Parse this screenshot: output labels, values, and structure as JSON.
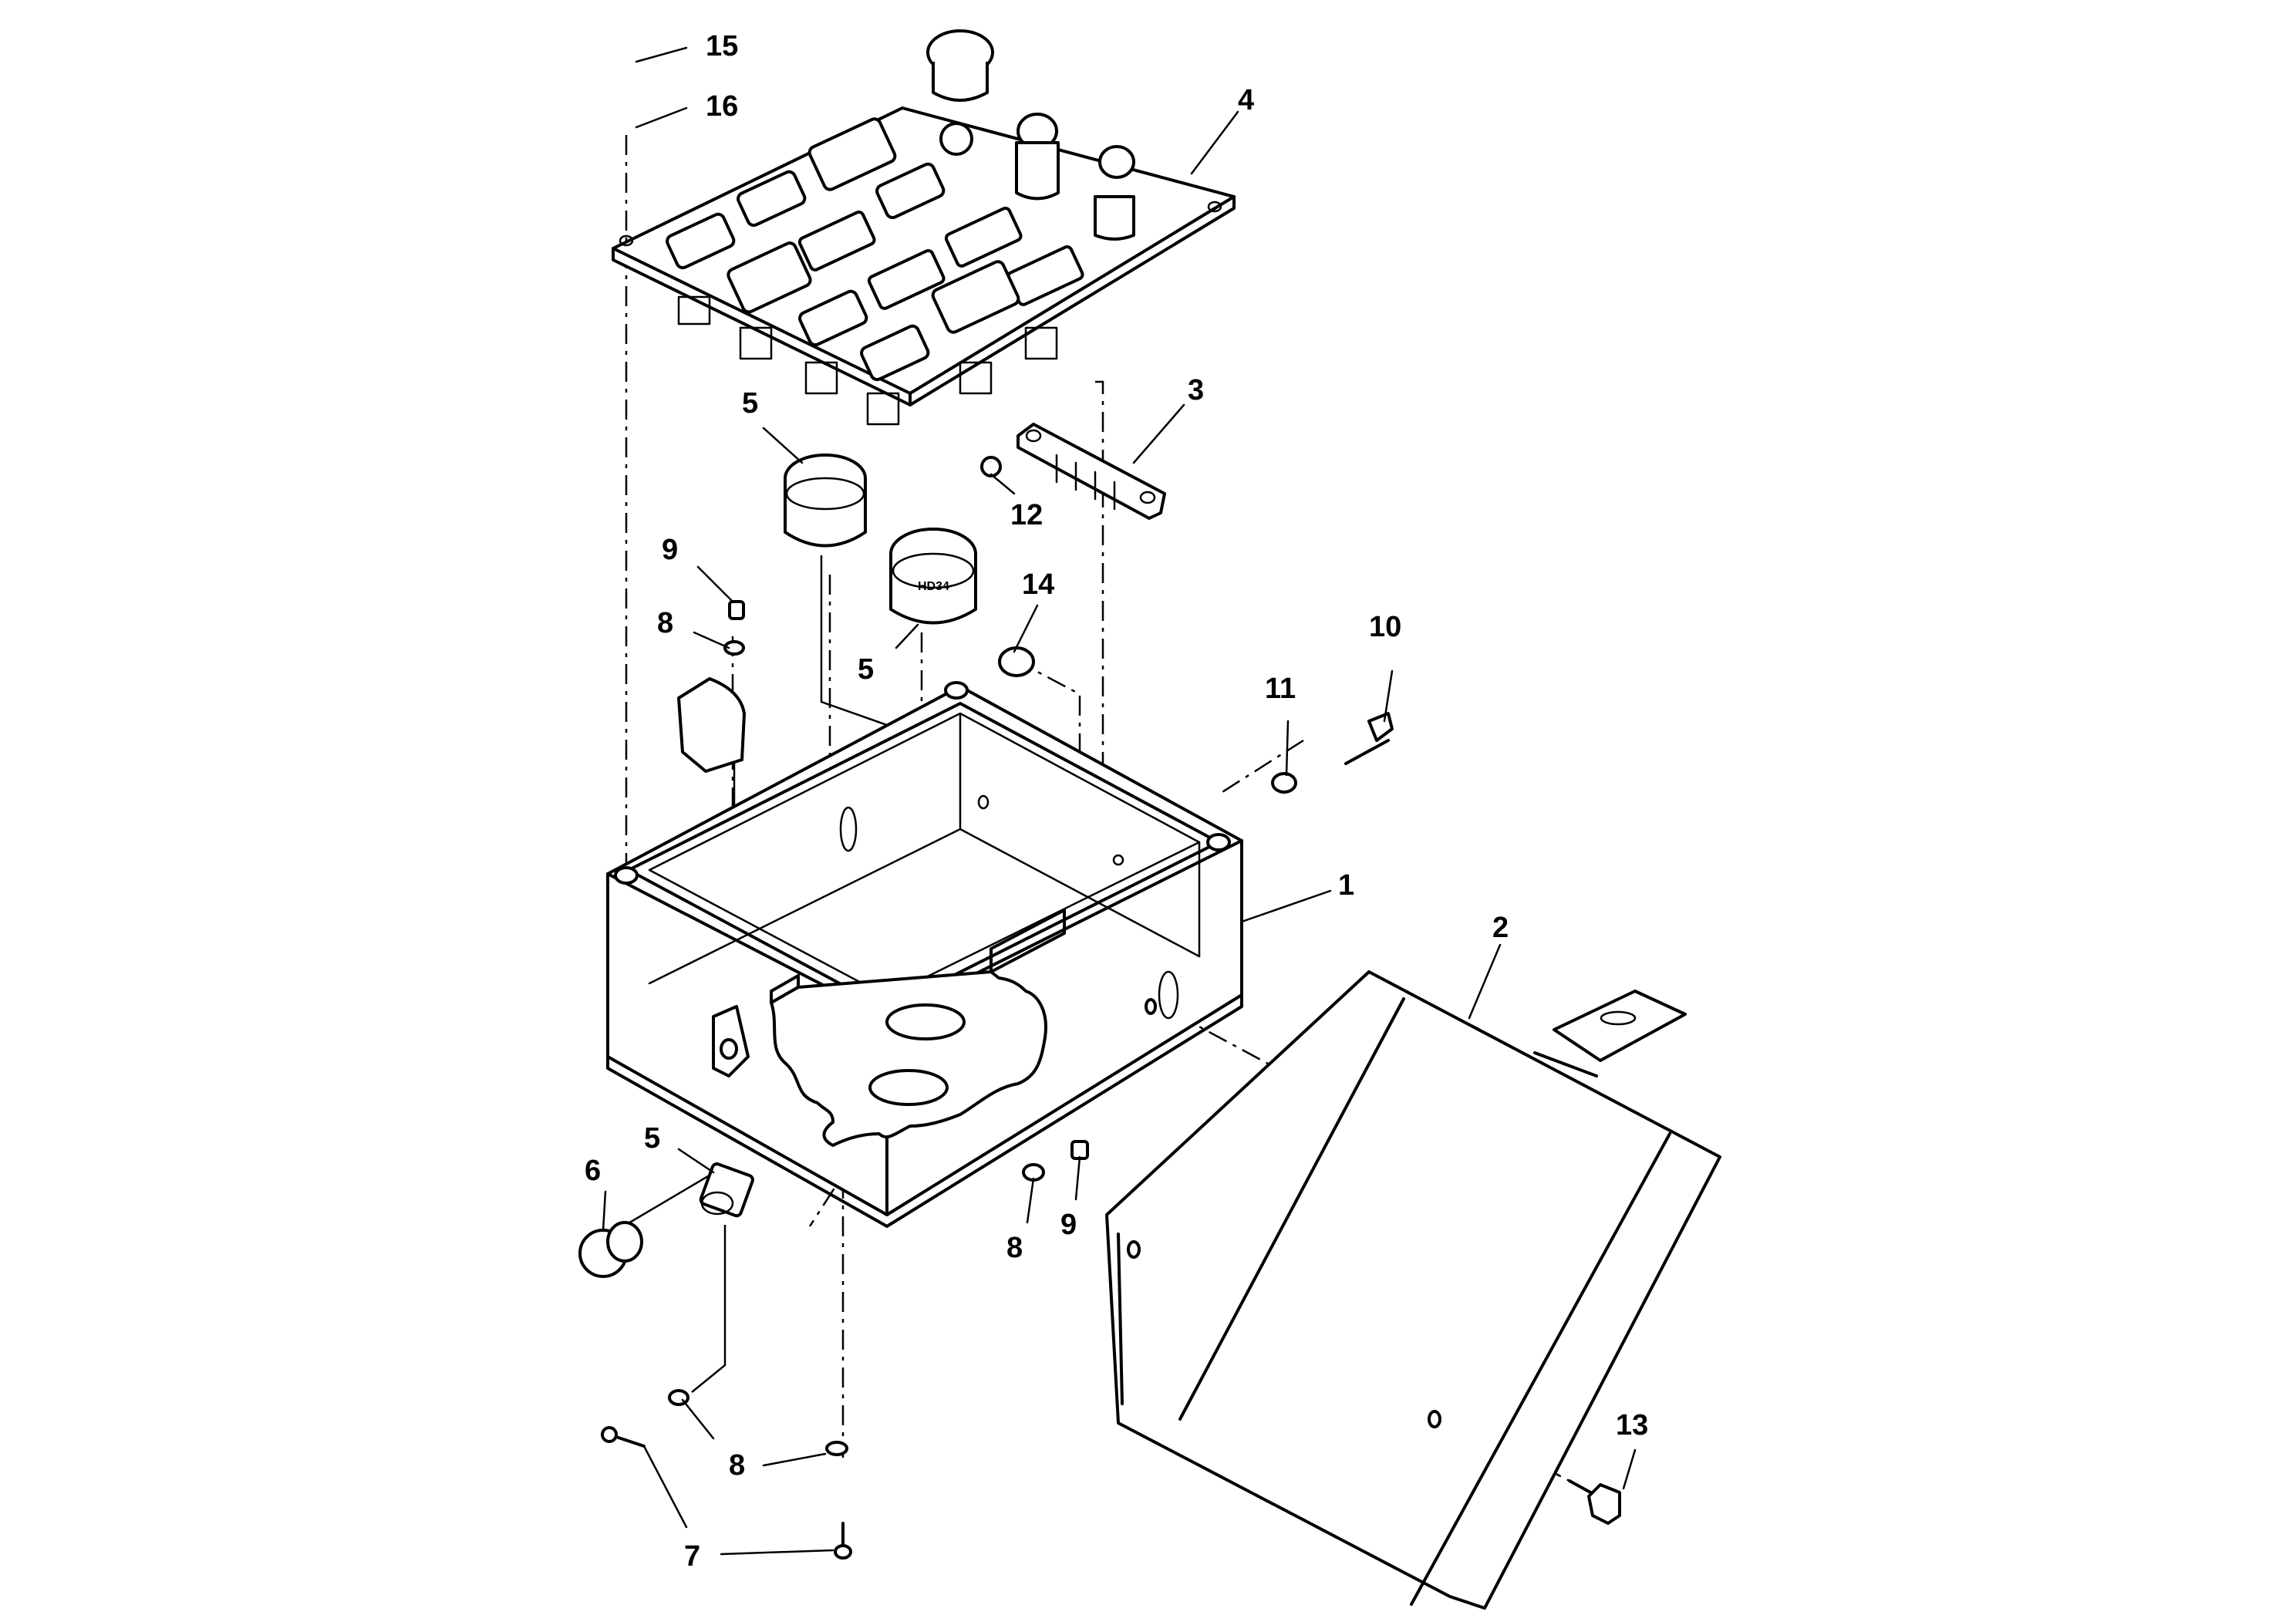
{
  "diagram": {
    "callouts": [
      {
        "id": "c15",
        "label": "15"
      },
      {
        "id": "c16",
        "label": "16"
      },
      {
        "id": "c4",
        "label": "4"
      },
      {
        "id": "c3",
        "label": "3"
      },
      {
        "id": "c5a",
        "label": "5"
      },
      {
        "id": "c12",
        "label": "12"
      },
      {
        "id": "c9a",
        "label": "9"
      },
      {
        "id": "c8a",
        "label": "8"
      },
      {
        "id": "c14",
        "label": "14"
      },
      {
        "id": "c5b",
        "label": "5"
      },
      {
        "id": "c10",
        "label": "10"
      },
      {
        "id": "c11",
        "label": "11"
      },
      {
        "id": "c1",
        "label": "1"
      },
      {
        "id": "c2",
        "label": "2"
      },
      {
        "id": "c5c",
        "label": "5"
      },
      {
        "id": "c6",
        "label": "6"
      },
      {
        "id": "c8b",
        "label": "8"
      },
      {
        "id": "c9b",
        "label": "9"
      },
      {
        "id": "c8c",
        "label": "8"
      },
      {
        "id": "c13",
        "label": "13"
      },
      {
        "id": "c7",
        "label": "7"
      }
    ],
    "connector_text": "HD34"
  }
}
